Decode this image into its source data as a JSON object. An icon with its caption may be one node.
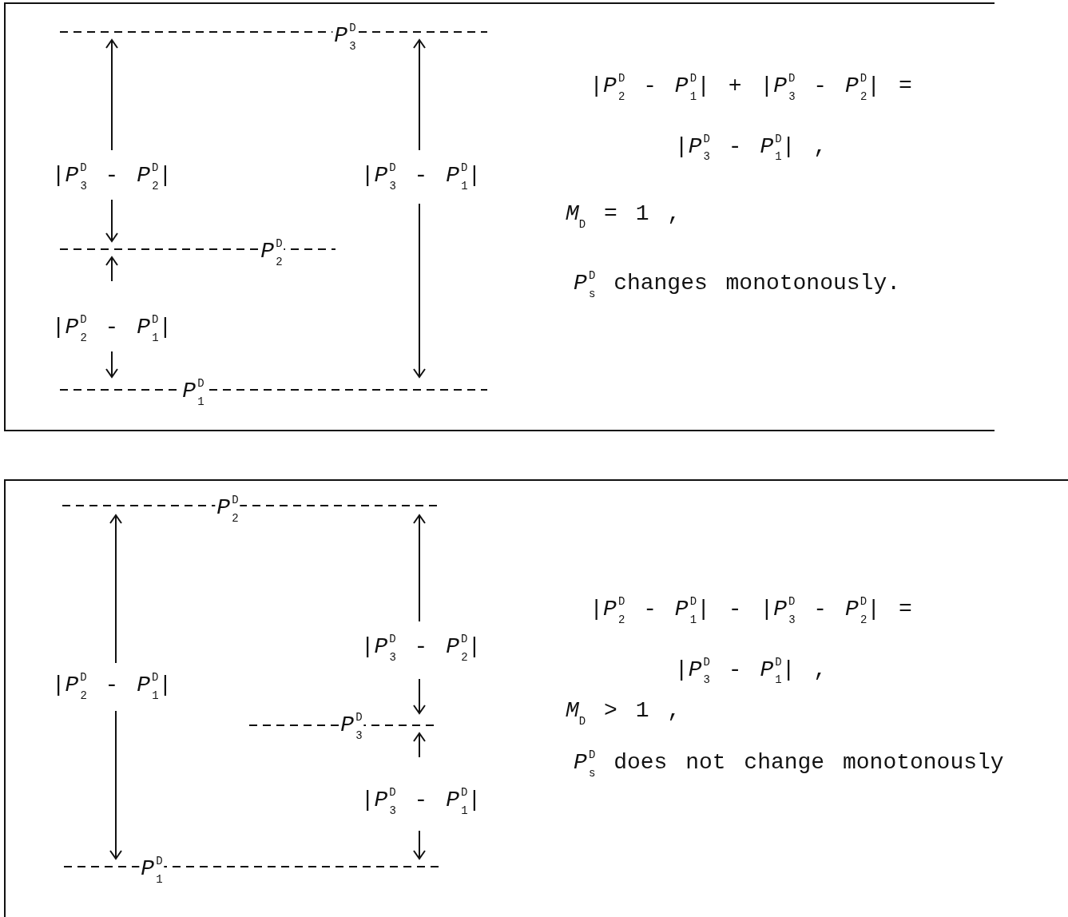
{
  "diagram": {
    "nodes": [
      {
        "text": [
          "*P*$^{D}$$_{3}$",
          "|*P*$^{D}$$_{3}$ - *P*$^{D}$$_{2}$|",
          "|*P*$^{D}$$_{3}$ - *P*$^{D}$$_{1}$|",
          "*P*$^{D}$$_{2}$",
          "|*P*$^{D}$$_{2}$ - *P*$^{D}$$_{1}$|",
          "*P*$^{D}$$_{1}$",
          "|*P*$^{D}$$_{2}$ - *P*$^{D}$$_{1}$| + |*P*$^{D}$$_{3}$ - *P*$^{D}$$_{2}$| = |*P*$^{D}$$_{3}$ - *P*$^{D}$$_{1}$| ,",
          "*M*$_{D}$ = 1 ,",
          "*P*$^{D}$$_{s}$ changes monotonously."
        ]
      },
      {
        "text": [
          "*P*$^{D}$$_{2}$",
          "|*P*$^{D}$$_{3}$ - *P*$^{D}$$_{2}$|",
          "|*P*$^{D}$$_{2}$ - *P*$^{D}$$_{1}$|",
          "*P*$^{D}$$_{3}$",
          "|*P*$^{D}$$_{3}$ - *P*$^{D}$$_{1}$|",
          "*P*$^{D}$$_{1}$",
          "|*P*$^{D}$$_{2}$ - *P*$^{D}$$_{1}$| - |*P*$^{D}$$_{3}$ - *P*$^{D}$$_{2}$| = |*P*$^{D}$$_{3}$ - *P*$^{D}$$_{1}$| ,",
          "*M*$_{D}$ > 1 ,",
          "*P*$^{D}$$_{s}$ does not change monotonously"
        ]
      }
    ]
  }
}
